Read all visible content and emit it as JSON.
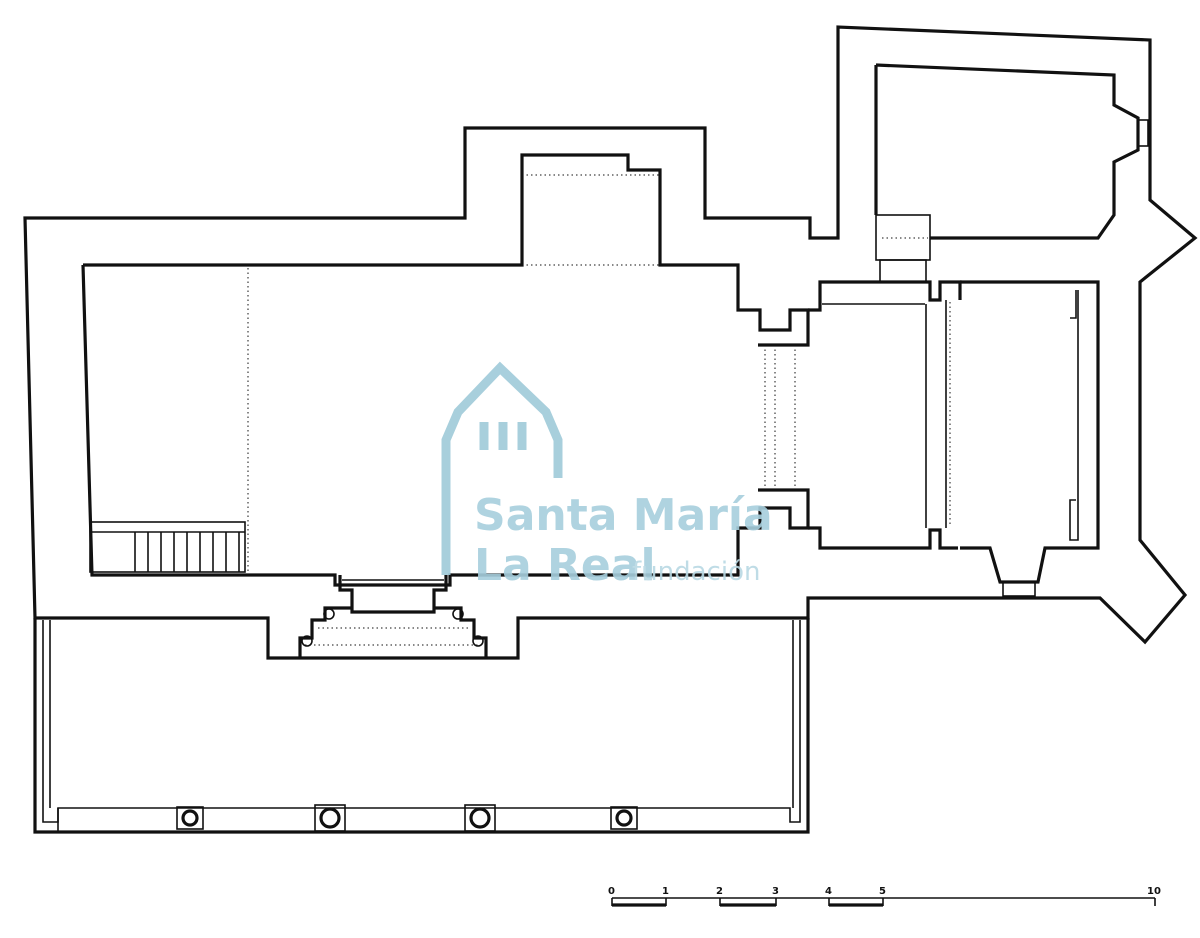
{
  "watermark": {
    "line1": "Santa María",
    "line2": "La Real",
    "line3": "fundación"
  },
  "scale_bar": {
    "labels": [
      "0",
      "1",
      "2",
      "3",
      "4",
      "5",
      "10"
    ]
  },
  "colors": {
    "ink": "#111111",
    "watermark": "#a7cfdd",
    "background": "#ffffff"
  }
}
